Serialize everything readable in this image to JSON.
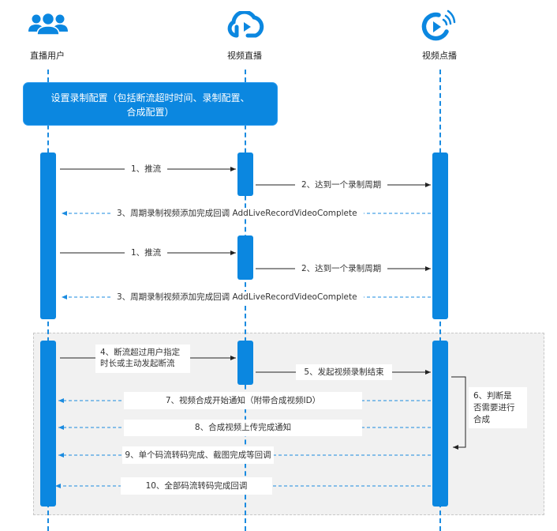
{
  "diagram": {
    "type": "sequence",
    "colors": {
      "accent": "#0b87e0",
      "group_bg": "#f1f1f1",
      "line": "#222222"
    },
    "actors": [
      {
        "id": "user",
        "label": "直播用户",
        "icon": "users-group-icon"
      },
      {
        "id": "live",
        "label": "视频直播",
        "icon": "cloud-play-icon"
      },
      {
        "id": "vod",
        "label": "视频点播",
        "icon": "broadcast-play-icon"
      }
    ],
    "config_note": "设置录制配置（包括断流超时时间、录制配置、合成配置）",
    "config_note_lines": [
      "设置录制配置（包括断流超时时间、录制配置、",
      "合成配置）"
    ],
    "messages": [
      {
        "id": "m1a",
        "from": "user",
        "to": "live",
        "style": "solid",
        "label": "1、推流"
      },
      {
        "id": "m2a",
        "from": "live",
        "to": "vod",
        "style": "solid",
        "label": "2、达到一个录制周期"
      },
      {
        "id": "m3a",
        "from": "vod",
        "to": "user",
        "style": "dashed",
        "label": "3、周期录制视频添加完成回调 AddLiveRecordVideoComplete"
      },
      {
        "id": "m1b",
        "from": "user",
        "to": "live",
        "style": "solid",
        "label": "1、推流"
      },
      {
        "id": "m2b",
        "from": "live",
        "to": "vod",
        "style": "solid",
        "label": "2、达到一个录制周期"
      },
      {
        "id": "m3b",
        "from": "vod",
        "to": "user",
        "style": "dashed",
        "label": "3、周期录制视频添加完成回调 AddLiveRecordVideoComplete"
      },
      {
        "id": "m4",
        "from": "user",
        "to": "live",
        "style": "solid",
        "label_lines": [
          "4、断流超过用户指定",
          "时长或主动发起断流"
        ]
      },
      {
        "id": "m5",
        "from": "live",
        "to": "vod",
        "style": "solid",
        "label": "5、发起视频录制结束"
      },
      {
        "id": "m6",
        "from": "vod",
        "to": "vod",
        "style": "self",
        "label_lines": [
          "6、判断是",
          "否需要进行",
          "合成"
        ]
      },
      {
        "id": "m7",
        "from": "vod",
        "to": "user",
        "style": "dashed",
        "label": "7、视频合成开始通知（附带合成视频ID）"
      },
      {
        "id": "m8",
        "from": "vod",
        "to": "user",
        "style": "dashed",
        "label": "8、合成视频上传完成通知"
      },
      {
        "id": "m9",
        "from": "vod",
        "to": "user",
        "style": "dashed",
        "label": "9、单个码流转码完成、截图完成等回调"
      },
      {
        "id": "m10",
        "from": "vod",
        "to": "user",
        "style": "dashed",
        "label": "10、全部码流转码完成回调"
      }
    ]
  }
}
